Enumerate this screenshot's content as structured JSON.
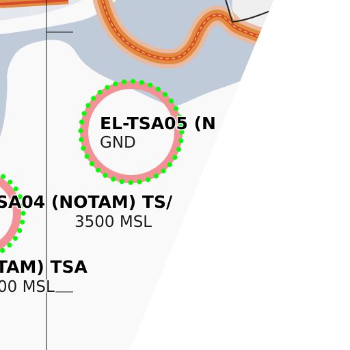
{
  "map": {
    "zones": [
      {
        "name": "EL-TSA05 (N",
        "altitude": "GND"
      },
      {
        "name": "SA04 (NOTAM) TS/",
        "altitude": "3500 MSL"
      },
      {
        "name": "TAM) TSA",
        "altitude": "00 MSL"
      }
    ],
    "colors": {
      "land": "#f9f9f9",
      "land_gray": "#efefef",
      "water": "#bfcbd9",
      "zone_ring": "#f49196",
      "zone_dots": "#00ff00",
      "border_orange": "#e08b3f",
      "border_red": "#d94a2a",
      "outside": "#ffffff"
    }
  }
}
